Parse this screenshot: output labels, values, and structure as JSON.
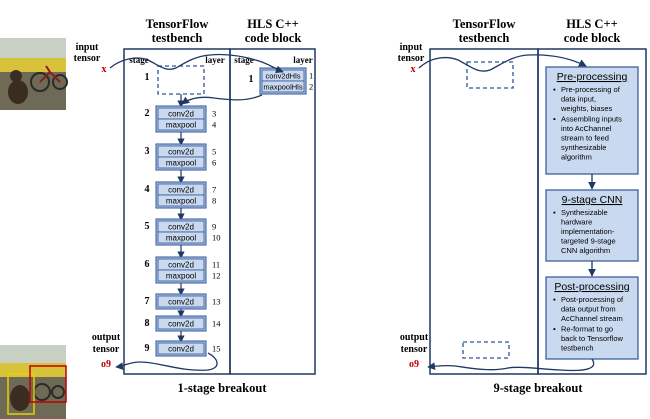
{
  "left": {
    "title_tf": [
      "TensorFlow",
      "testbench"
    ],
    "title_hls": [
      "HLS C++",
      "code block"
    ],
    "input_label": [
      "input",
      "tensor"
    ],
    "x_label": "x",
    "output_label": [
      "output",
      "tensor"
    ],
    "o9_label": "o9",
    "stage_header": "stage",
    "layer_header": "layer",
    "stage_header_hls": "stage",
    "layer_header_hls": "layer",
    "first_stage": "1",
    "rows": [
      {
        "stage": "2",
        "blocks": [
          {
            "name": "conv2d",
            "layer": "3"
          },
          {
            "name": "maxpool",
            "layer": "4"
          }
        ]
      },
      {
        "stage": "3",
        "blocks": [
          {
            "name": "conv2d",
            "layer": "5"
          },
          {
            "name": "maxpool",
            "layer": "6"
          }
        ]
      },
      {
        "stage": "4",
        "blocks": [
          {
            "name": "conv2d",
            "layer": "7"
          },
          {
            "name": "maxpool",
            "layer": "8"
          }
        ]
      },
      {
        "stage": "5",
        "blocks": [
          {
            "name": "conv2d",
            "layer": "9"
          },
          {
            "name": "maxpool",
            "layer": "10"
          }
        ]
      },
      {
        "stage": "6",
        "blocks": [
          {
            "name": "conv2d",
            "layer": "11"
          },
          {
            "name": "maxpool",
            "layer": "12"
          }
        ]
      },
      {
        "stage": "7",
        "blocks": [
          {
            "name": "conv2d",
            "layer": "13"
          }
        ]
      },
      {
        "stage": "8",
        "blocks": [
          {
            "name": "conv2d",
            "layer": "14"
          }
        ]
      },
      {
        "stage": "9",
        "blocks": [
          {
            "name": "conv2d",
            "layer": "15"
          }
        ]
      }
    ],
    "hls_stage": "1",
    "hls_blocks": [
      {
        "name": "conv2dHls",
        "layer": "1"
      },
      {
        "name": "maxpoolHls",
        "layer": "2"
      }
    ],
    "caption": "1-stage breakout"
  },
  "right": {
    "title_tf": [
      "TensorFlow",
      "testbench"
    ],
    "title_hls": [
      "HLS C++",
      "code block"
    ],
    "input_label": [
      "input",
      "tensor"
    ],
    "x_label": "x",
    "output_label": [
      "output",
      "tensor"
    ],
    "o9_label": "o9",
    "pre": {
      "title": "Pre-processing",
      "items": [
        [
          "Pre-processing of",
          "data input,",
          "weights, biases"
        ],
        [
          "Assembling inputs",
          "into AcChannel",
          "stream to feed",
          "synthesizable",
          "algorithm"
        ]
      ]
    },
    "cnn": {
      "title": "9-stage CNN",
      "items": [
        [
          "Synthesizable",
          "hardware",
          "implementation-",
          "targeted 9-stage",
          "CNN algorithm"
        ]
      ]
    },
    "post": {
      "title": "Post-processing",
      "items": [
        [
          "Post-processing of",
          "data output from",
          "AcChannel stream"
        ],
        [
          "Re-format to go",
          "back to Tensorflow",
          "testbench"
        ]
      ]
    },
    "caption": "9-stage breakout"
  },
  "colors": {
    "block_fill": "#c9d9ef",
    "block_stroke": "#2f5597",
    "stage_fill": "#b4c7e7",
    "arrow": "#1f3864",
    "red": "#c00000"
  },
  "photos": {
    "top": "photo: dog and bicycle",
    "bottom": "photo: detected dog and bicycle"
  }
}
